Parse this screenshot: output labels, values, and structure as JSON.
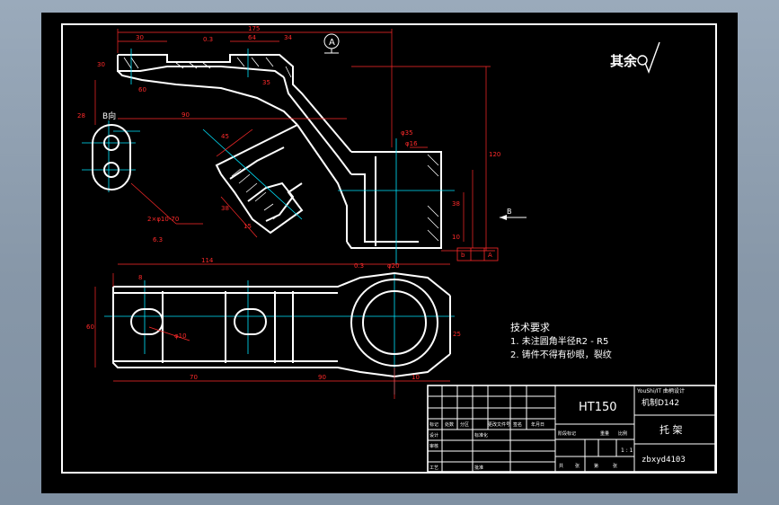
{
  "roughness_note": "其余",
  "section_labels": {
    "datum_a": "A",
    "view_b": "B"
  },
  "technical_requirements": {
    "title": "技术要求",
    "items": [
      "1. 未注圆角半径R2 - R5",
      "2. 铸件不得有砂眼，裂纹"
    ]
  },
  "title_block": {
    "material": "HT150",
    "school": "YouShi/IT 曲柄设计",
    "class_code": "机制D142",
    "part_name": "托    架",
    "drawing_no": "zbxyd4103",
    "scale": "1 : 1",
    "header_labels": [
      "标记",
      "处数",
      "分区",
      "更改文件号",
      "签名",
      "年月日"
    ],
    "row_labels": [
      "设计",
      "审核",
      "工艺",
      "批准",
      "标准化"
    ],
    "stage_labels": [
      "阶段标记",
      "重量",
      "比例"
    ],
    "sheet_labels": [
      "共",
      "张",
      "第",
      "张"
    ]
  },
  "dimensions": {
    "top_175": "175",
    "top_30": "30",
    "top_R3": "0.3",
    "top_64": "64",
    "top_34": "34",
    "right_120": "120",
    "left_30": "30",
    "left_60": "60",
    "left_35": "35",
    "left_90": "90",
    "slot_label": "B向",
    "slot_28": "28",
    "slot_2x": "2×φ10-70",
    "slot_63": "6.3",
    "mid_45": "45",
    "mid_38": "38",
    "mid_15": "15",
    "bore_top": "φ35",
    "bore_38": "38",
    "bore_10": "10",
    "bore_126": "φ16",
    "bore_d_a": "0.3",
    "bore_d_b": "φ20",
    "tol_b": "b",
    "tol_a": "A",
    "plan_114": "114",
    "plan_8": "8",
    "plan_60": "60",
    "plan_70": "70",
    "plan_90": "90",
    "plan_10a": "φ10",
    "plan_25": "25",
    "plan_10b": "10"
  }
}
